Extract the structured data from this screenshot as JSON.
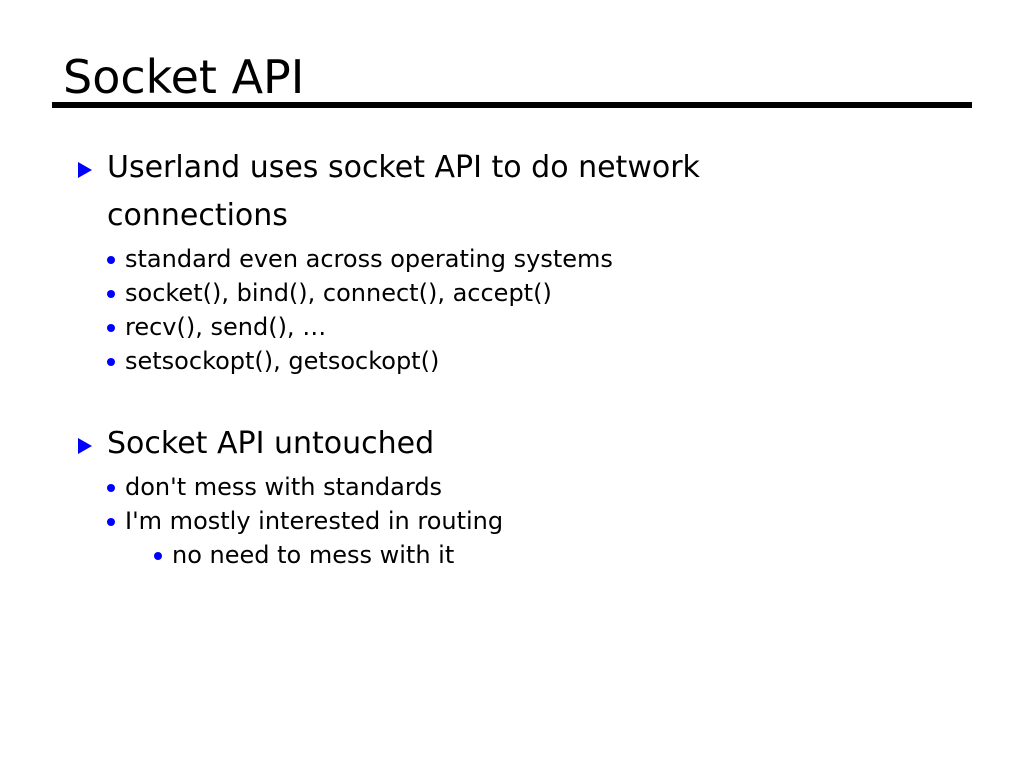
{
  "slide": {
    "title": "Socket API",
    "background_color": "#ffffff",
    "text_color": "#000000",
    "bullet_color": "#0000ff",
    "rule_color": "#000000",
    "sections": [
      {
        "bullet_icon": "triangle-right-icon",
        "heading": "Userland uses socket API to do network connections",
        "items": [
          {
            "bullet_icon": "dot-icon",
            "text": "standard even across operating systems"
          },
          {
            "bullet_icon": "dot-icon",
            "text": "socket(), bind(), connect(), accept()"
          },
          {
            "bullet_icon": "dot-icon",
            "text": "recv(), send(), …"
          },
          {
            "bullet_icon": "dot-icon",
            "text": "setsockopt(), getsockopt()"
          }
        ]
      },
      {
        "bullet_icon": "triangle-right-icon",
        "heading": "Socket API untouched",
        "items": [
          {
            "bullet_icon": "dot-icon",
            "text": "don't mess with standards"
          },
          {
            "bullet_icon": "dot-icon",
            "text": "I'm mostly interested in routing"
          }
        ],
        "subitems": [
          {
            "bullet_icon": "dot-icon",
            "text": "no need to mess with it"
          }
        ]
      }
    ]
  }
}
